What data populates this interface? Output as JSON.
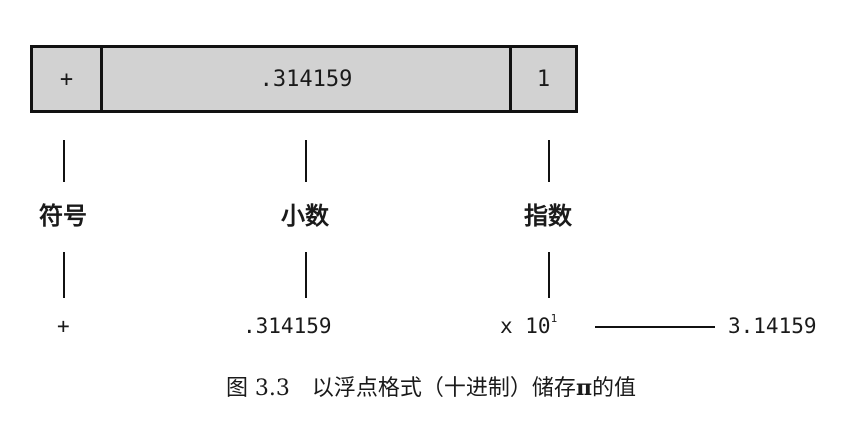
{
  "register": {
    "sign": "+",
    "fraction": ".314159",
    "exponent": "1"
  },
  "labels": {
    "sign": "符号",
    "fraction": "小数",
    "exponent": "指数"
  },
  "values": {
    "sign": "+",
    "fraction": ".314159",
    "exponent_prefix": "x 10",
    "exponent_power": "1",
    "result": "3.14159"
  },
  "caption": {
    "number": "图 3.3",
    "text_before": "以浮点格式（十进制）储存",
    "symbol": "π",
    "text_after": "的值"
  }
}
